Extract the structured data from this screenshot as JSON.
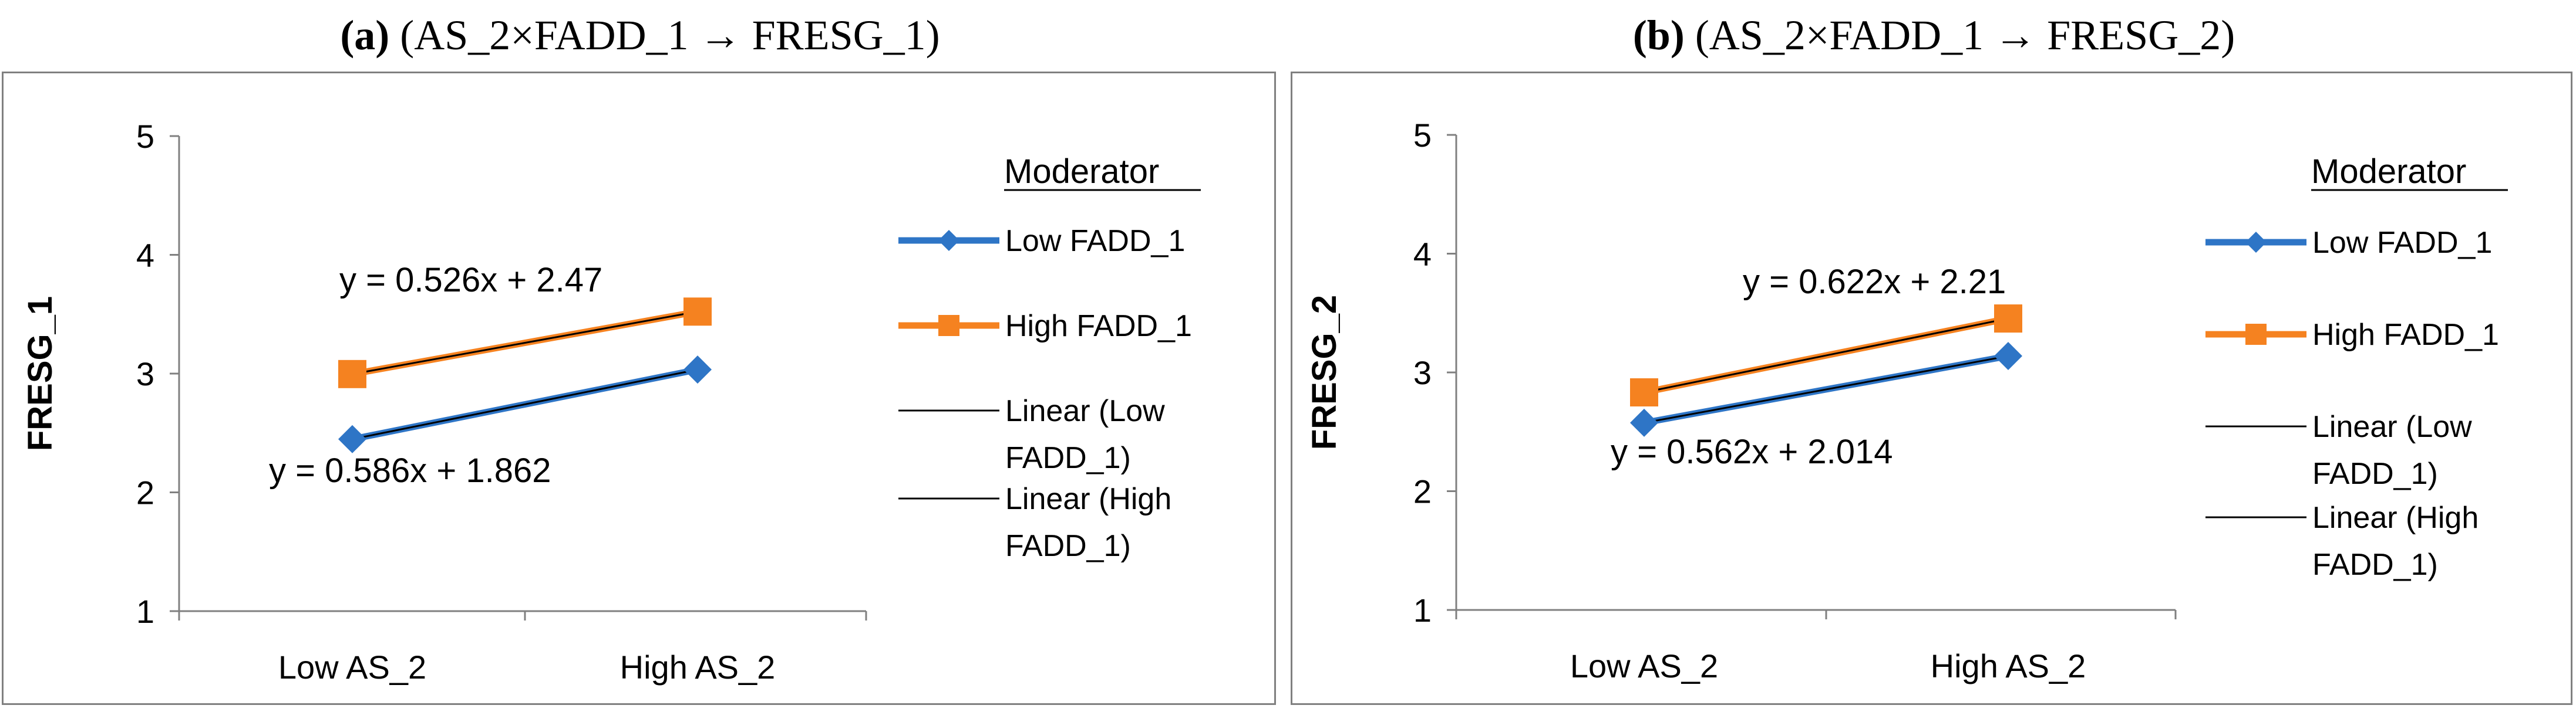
{
  "panels": [
    {
      "id": "a",
      "title_prefix": "(a)",
      "title_text": "(AS_2×FADD_1 → FRESG_1)"
    },
    {
      "id": "b",
      "title_prefix": "(b)",
      "title_text": "(AS_2×FADD_1 → FRESG_2)"
    }
  ],
  "colors": {
    "low": "#2E75C6",
    "high": "#F58220",
    "trend": "#000000",
    "axis": "#808080",
    "frame": "#808080"
  },
  "chart_data": [
    {
      "type": "line",
      "categories": [
        "Low AS_2",
        "High AS_2"
      ],
      "ylabel": "FRESG_1",
      "xlabel": "",
      "ylim": [
        1,
        5
      ],
      "yticks": [
        1,
        2,
        3,
        4,
        5
      ],
      "grid": false,
      "legend_title": "Moderator",
      "legend_position": "right",
      "legend_items": [
        {
          "label": "Low FADD_1",
          "marker": "diamond",
          "series": "low"
        },
        {
          "label": "High FADD_1",
          "marker": "square",
          "series": "high"
        },
        {
          "label_lines": [
            "Linear (Low",
            "FADD_1)"
          ],
          "marker": "line"
        },
        {
          "label_lines": [
            "Linear (High",
            "FADD_1)"
          ],
          "marker": "line"
        }
      ],
      "series": [
        {
          "name": "Low FADD_1",
          "key": "low",
          "marker": "diamond",
          "values": [
            2.448,
            3.034
          ]
        },
        {
          "name": "High FADD_1",
          "key": "high",
          "marker": "square",
          "values": [
            2.996,
            3.522
          ]
        }
      ],
      "trendlines": [
        {
          "name": "Linear (Low FADD_1)",
          "series": "low",
          "slope": 0.586,
          "intercept": 1.862,
          "equation": "y = 0.586x + 1.862"
        },
        {
          "name": "Linear (High FADD_1)",
          "series": "high",
          "slope": 0.526,
          "intercept": 2.47,
          "equation": "y = 0.526x + 2.47"
        }
      ]
    },
    {
      "type": "line",
      "categories": [
        "Low AS_2",
        "High AS_2"
      ],
      "ylabel": "FRESG_2",
      "xlabel": "",
      "ylim": [
        1,
        5
      ],
      "yticks": [
        1,
        2,
        3,
        4,
        5
      ],
      "grid": false,
      "legend_title": "Moderator",
      "legend_position": "right",
      "legend_items": [
        {
          "label": "Low FADD_1",
          "marker": "diamond",
          "series": "low"
        },
        {
          "label": "High FADD_1",
          "marker": "square",
          "series": "high"
        },
        {
          "label_lines": [
            "Linear (Low",
            "FADD_1)"
          ],
          "marker": "line"
        },
        {
          "label_lines": [
            "Linear (High",
            "FADD_1)"
          ],
          "marker": "line"
        }
      ],
      "series": [
        {
          "name": "Low FADD_1",
          "key": "low",
          "marker": "diamond",
          "values": [
            2.576,
            3.138
          ]
        },
        {
          "name": "High FADD_1",
          "key": "high",
          "marker": "square",
          "values": [
            2.832,
            3.454
          ]
        }
      ],
      "trendlines": [
        {
          "name": "Linear (Low FADD_1)",
          "series": "low",
          "slope": 0.562,
          "intercept": 2.014,
          "equation": "y = 0.562x + 2.014"
        },
        {
          "name": "Linear (High FADD_1)",
          "series": "high",
          "slope": 0.622,
          "intercept": 2.21,
          "equation": "y = 0.622x + 2.21"
        }
      ]
    }
  ]
}
